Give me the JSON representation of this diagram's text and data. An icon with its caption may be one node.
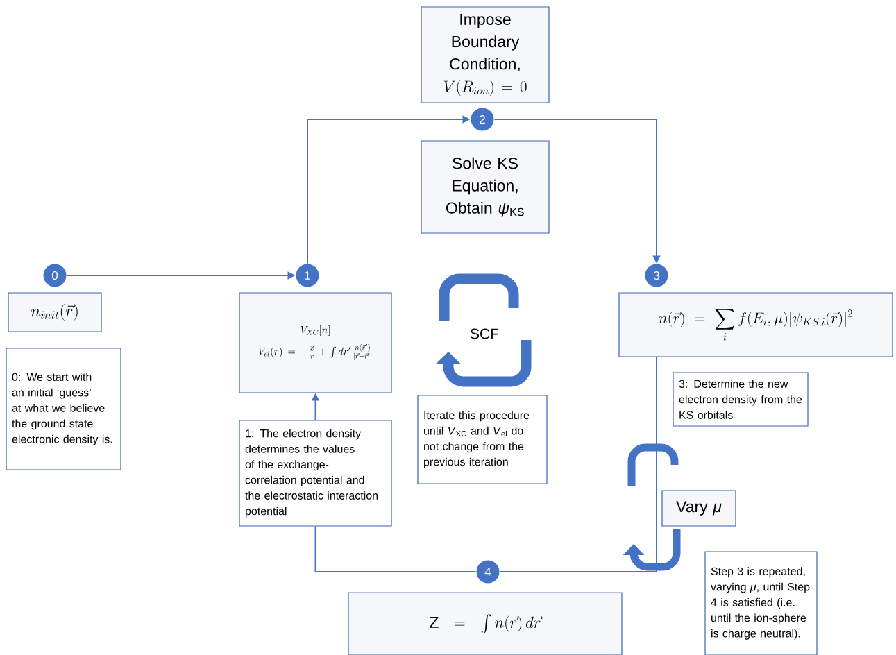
{
  "diagram": {
    "nodes": [
      {
        "text": [
          "0"
        ]
      },
      {
        "text": [
          "1"
        ]
      },
      {
        "text": [
          "2"
        ]
      },
      {
        "text": [
          "3"
        ]
      },
      {
        "text": [
          "4"
        ]
      },
      {
        "text": [
          "n_{init}(\\vec{r})"
        ]
      },
      {
        "text": [
          "0: We start with an initial ‘guess’ at what we believe the ground state electronic density is."
        ]
      },
      {
        "text": [
          "V_{XC}[n]",
          "V_{el}(r) = -\\frac{Z}{r} + \\int dr' \\, \\frac{n(\\vec{r}')}{|\\vec{r}-\\vec{r}'|}"
        ]
      },
      {
        "text": [
          "1: The electron density determines the values of the exchange-correlation potential and the electrostatic interaction potential"
        ]
      },
      {
        "text": [
          "Impose Boundary Condition,",
          "V(R_{ion}) = 0"
        ]
      },
      {
        "text": [
          "Solve KS Equation, Obtain *ψ*$_{KS}$"
        ]
      },
      {
        "text": [
          "Iterate this procedure until *V*$_{XC}$ and *V*$_{el}$ do not change from the previous iteration"
        ]
      },
      {
        "text": [
          "n(\\vec{r}) = \\sum_i f(E_i,\\mu)|\\psi_{KS,i}(\\vec{r})|^2"
        ]
      },
      {
        "text": [
          "3: Determine the new electron density from the KS orbitals"
        ]
      },
      {
        "text": [
          "Vary *μ*"
        ]
      },
      {
        "text": [
          "Step 3 is repeated, varying *μ*, until Step 4 is satisfied (i.e. until the ion-sphere is charge neutral)."
        ]
      },
      {
        "text": [
          "\\mathrm{Z} = \\int n(\\vec{r})\\, d\\vec{r}"
        ]
      }
    ],
    "edges": [
      {
        "from": 0,
        "to": 1,
        "arrow": "to"
      },
      {
        "from": 1,
        "to": 2,
        "arrow": "to"
      },
      {
        "from": 2,
        "to": 3,
        "arrow": "to"
      },
      {
        "from": 8,
        "to": 7,
        "arrow": "to"
      },
      {
        "from": 12,
        "to": 4,
        "arrow": "none"
      },
      {
        "from": 4,
        "to": 8,
        "arrow": "none"
      }
    ],
    "labels": [
      "SCF"
    ]
  }
}
